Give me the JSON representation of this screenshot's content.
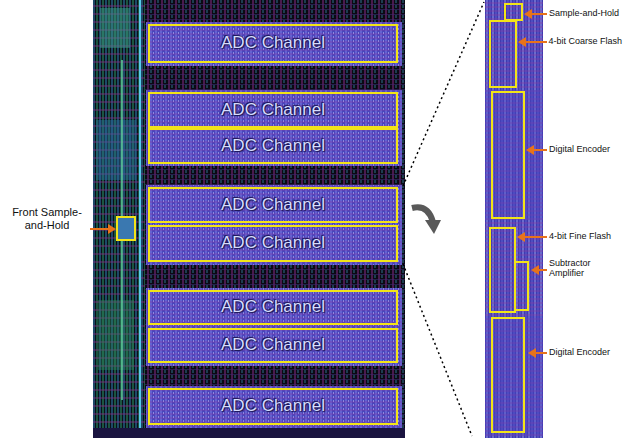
{
  "diagram": {
    "nodes": [
      {
        "text": [
          "ADC Channel"
        ]
      },
      {
        "text": [
          "ADC Channel"
        ]
      },
      {
        "text": [
          "ADC Channel"
        ]
      },
      {
        "text": [
          "ADC Channel"
        ]
      },
      {
        "text": [
          "ADC Channel"
        ]
      },
      {
        "text": [
          "ADC Channel"
        ]
      },
      {
        "text": [
          "ADC Channel"
        ]
      },
      {
        "text": [
          "ADC Channel"
        ]
      }
    ],
    "edges": [],
    "labels": [
      "Front Sample-and-Hold",
      "Sample-and-Hold",
      "4-bit Coarse Flash",
      "Digital Encoder",
      "4-bit Fine Flash",
      "Subtractor Amplifier",
      "Digital Encoder"
    ]
  }
}
